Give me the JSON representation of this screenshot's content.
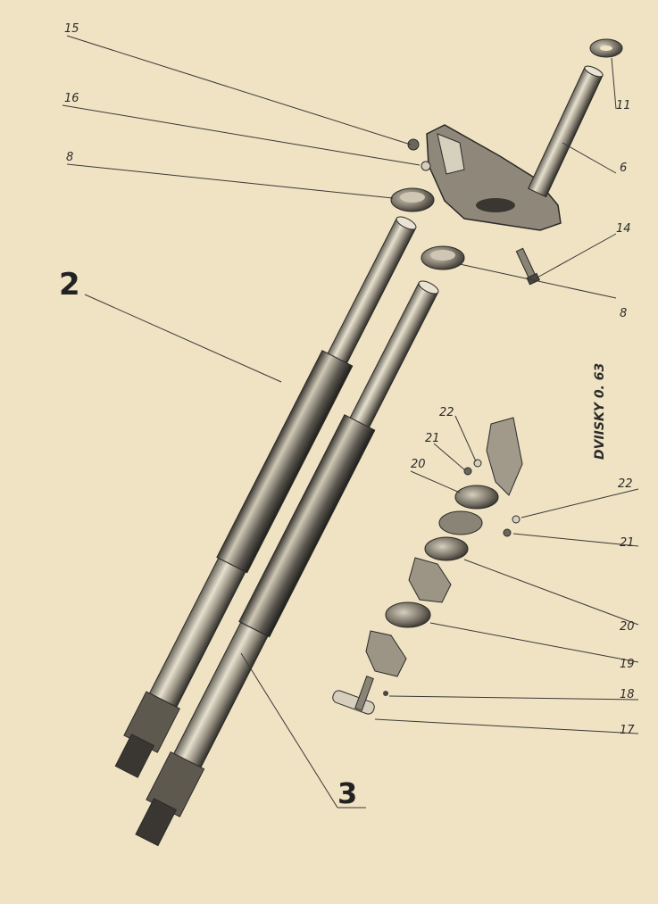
{
  "callouts": {
    "c15": "15",
    "c16": "16",
    "c8a": "8",
    "c11": "11",
    "c6": "6",
    "c14": "14",
    "c8b": "8",
    "c2": "2",
    "c3": "3",
    "c22a": "22",
    "c21a": "21",
    "c20a": "20",
    "c22b": "22",
    "c21b": "21",
    "c20b": "20",
    "c19": "19",
    "c18": "18",
    "c17": "17"
  },
  "signature": "DVIISKY 0. 63",
  "colors": {
    "paper": "#efe3c4",
    "ink": "#2b2a28",
    "metal_dark": "#4a4741",
    "metal_light": "#d8d2c2"
  }
}
